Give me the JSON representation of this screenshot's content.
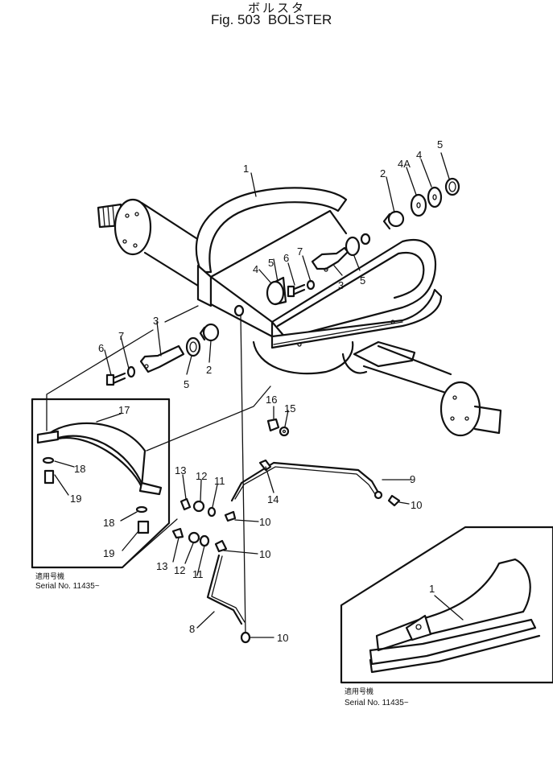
{
  "header": {
    "jp_title": "ボルスタ",
    "fig_title": "Fig. 503  BOLSTER"
  },
  "inset_left": {
    "jp_label": "適用号機",
    "serial": "Serial No. 11435~"
  },
  "inset_right": {
    "jp_label": "適用号機",
    "serial": "Serial No. 11435~"
  },
  "callouts": {
    "c1": "1",
    "c1r": "1",
    "c2a": "2",
    "c2b": "2",
    "c3a": "3",
    "c3b": "3",
    "c4a": "4A",
    "c4b": "4",
    "c4c": "4",
    "c5a": "5",
    "c5b": "5",
    "c5c": "5",
    "c5d": "5",
    "c6a": "6",
    "c6b": "6",
    "c7a": "7",
    "c7b": "7",
    "c8": "8",
    "c9": "9",
    "c10a": "10",
    "c10b": "10",
    "c10c": "10",
    "c10d": "10",
    "c11a": "11",
    "c11b": "11",
    "c12a": "12",
    "c12b": "12",
    "c13a": "13",
    "c13b": "13",
    "c14": "14",
    "c15": "15",
    "c16": "16",
    "c17": "17",
    "c18a": "18",
    "c18b": "18",
    "c19a": "19",
    "c19b": "19"
  }
}
